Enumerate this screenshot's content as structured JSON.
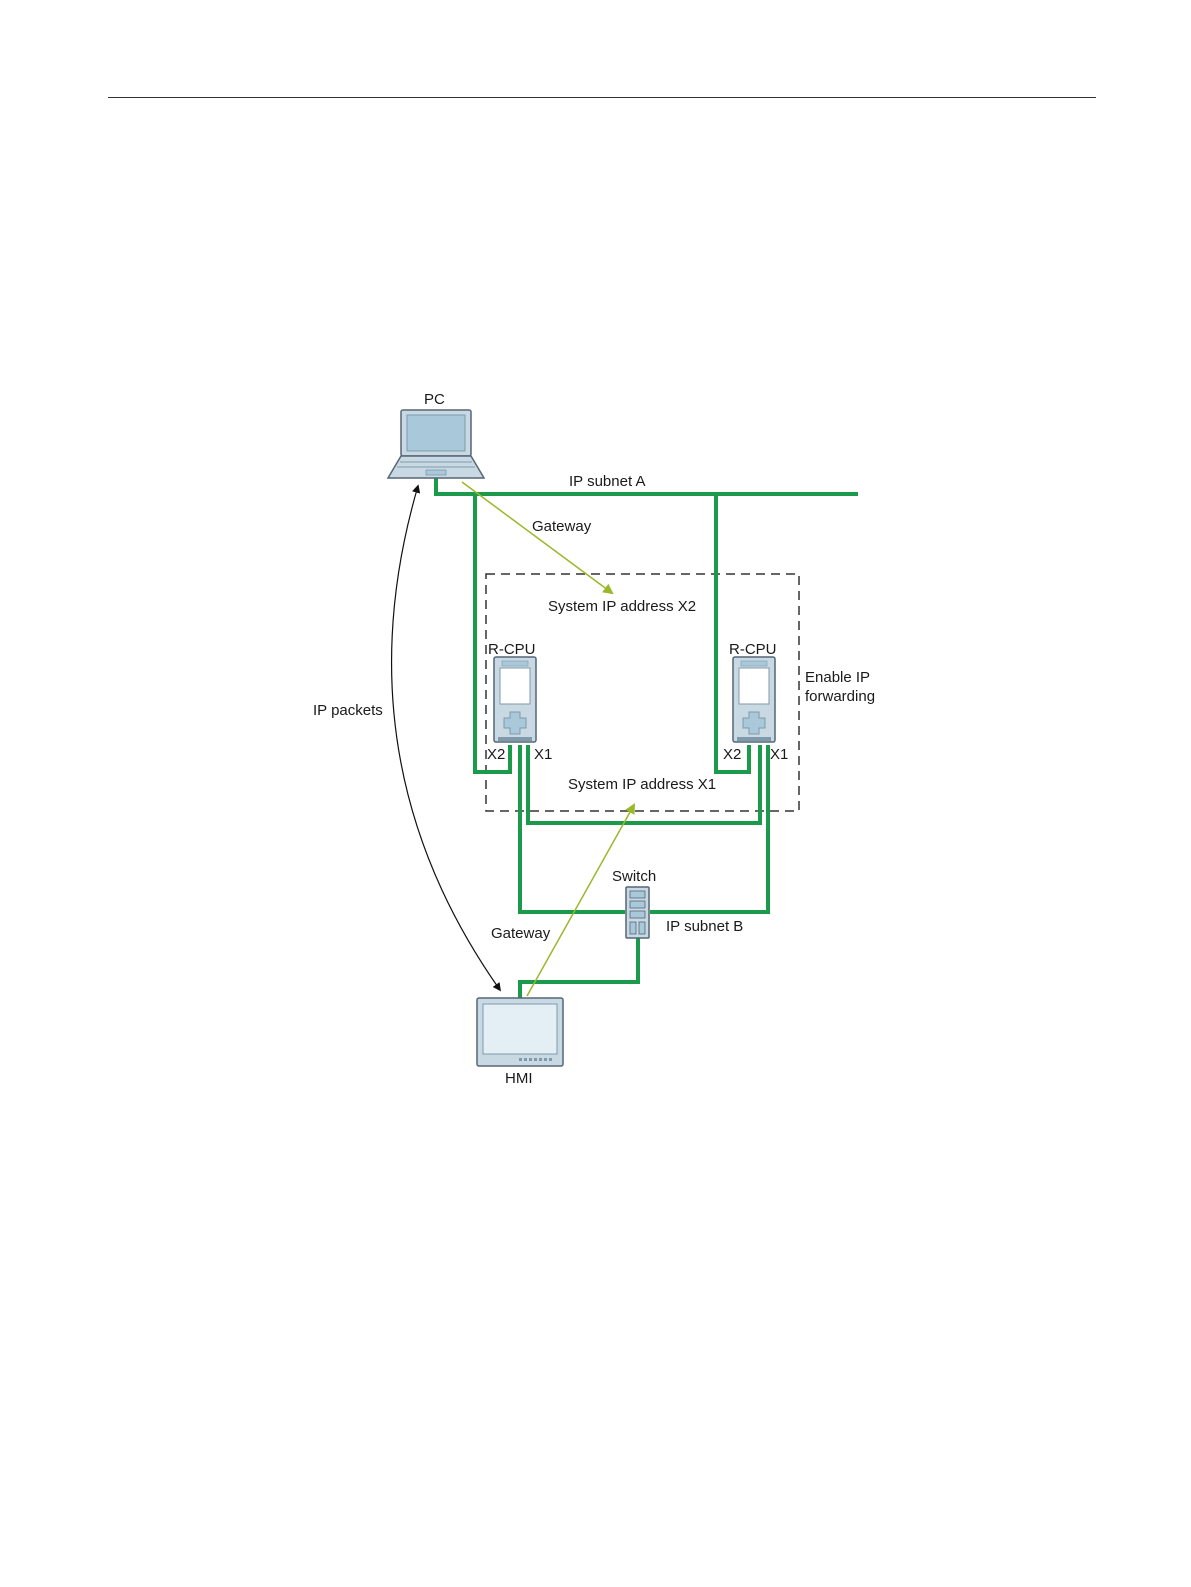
{
  "diagram": {
    "labels": {
      "pc": "PC",
      "subnet_a": "IP subnet A",
      "gateway_top": "Gateway",
      "system_ip_x2": "System IP address X2",
      "rcpu_left": "R-CPU",
      "rcpu_right": "R-CPU",
      "enable_ip_line1": "Enable IP",
      "enable_ip_line2": "forwarding",
      "ip_packets": "IP packets",
      "x2_left": "X2",
      "x1_left": "X1",
      "x2_right": "X2",
      "x1_right": "X1",
      "system_ip_x1": "System IP address X1",
      "switch": "Switch",
      "subnet_b": "IP subnet B",
      "gateway_bottom": "Gateway",
      "hmi": "HMI"
    },
    "colors": {
      "network_line": "#1a9a4a",
      "gateway_arrow": "#9ab82a",
      "device_body": "#c9d9e3",
      "device_screen": "#a9c8da",
      "packet_arrow": "#111111",
      "dashed_box": "#333333"
    },
    "icons": {
      "pc": "laptop-icon",
      "cpu": "plc-cpu-icon",
      "switch": "network-switch-icon",
      "hmi": "hmi-panel-icon"
    }
  }
}
